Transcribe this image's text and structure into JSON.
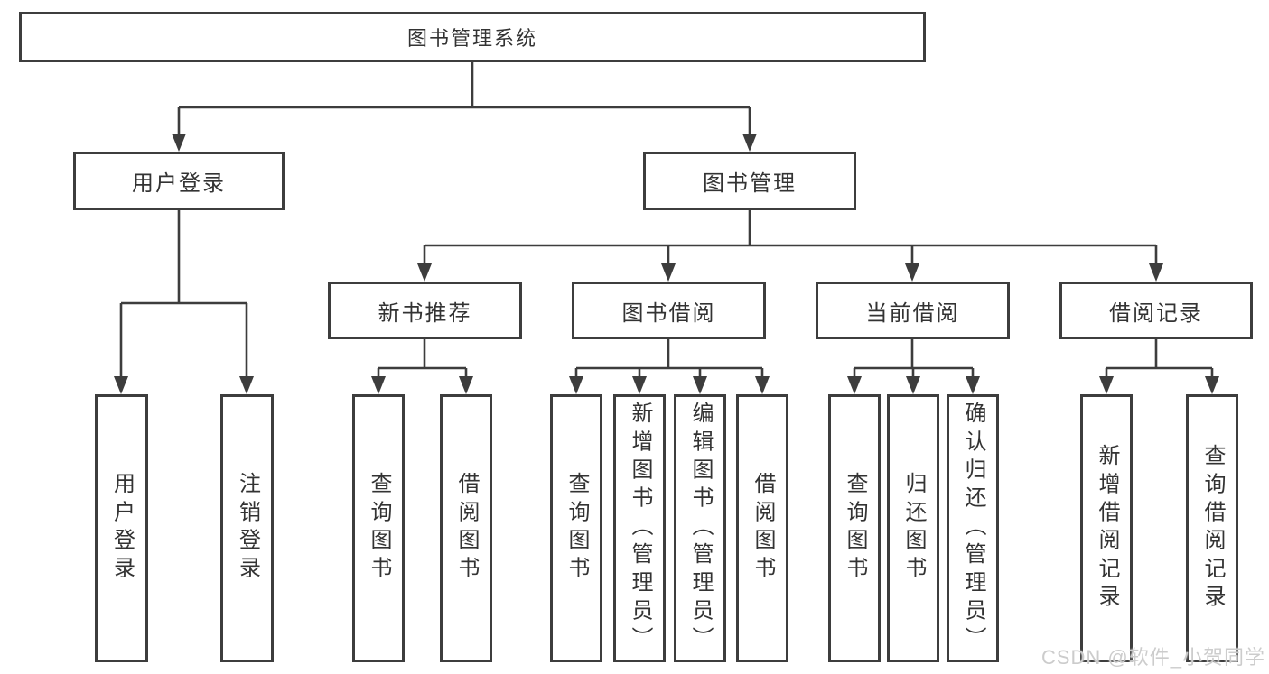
{
  "diagram_type": "function-structure-tree",
  "colors": {
    "background": "#ffffff",
    "line": "#3d3d3d",
    "box_border": "#3d3d3d",
    "box_fill": "#ffffff",
    "text": "#333333",
    "watermark": "#cccccc"
  },
  "watermark": {
    "text": "CSDN @软件_小贺同学"
  },
  "tree": {
    "root": {
      "label": "图书管理系统",
      "children": [
        {
          "label": "用户登录",
          "children": [
            {
              "label": "用户登录"
            },
            {
              "label": "注销登录"
            }
          ]
        },
        {
          "label": "图书管理",
          "children": [
            {
              "label": "新书推荐",
              "children": [
                {
                  "label": "查询图书"
                },
                {
                  "label": "借阅图书"
                }
              ]
            },
            {
              "label": "图书借阅",
              "children": [
                {
                  "label": "查询图书"
                },
                {
                  "label": "新增图书（管理员）"
                },
                {
                  "label": "编辑图书（管理员）"
                },
                {
                  "label": "借阅图书"
                }
              ]
            },
            {
              "label": "当前借阅",
              "children": [
                {
                  "label": "查询图书"
                },
                {
                  "label": "归还图书"
                },
                {
                  "label": "确认归还（管理员）"
                }
              ]
            },
            {
              "label": "借阅记录",
              "children": [
                {
                  "label": "新增借阅记录"
                },
                {
                  "label": "查询借阅记录"
                }
              ]
            }
          ]
        }
      ]
    }
  }
}
